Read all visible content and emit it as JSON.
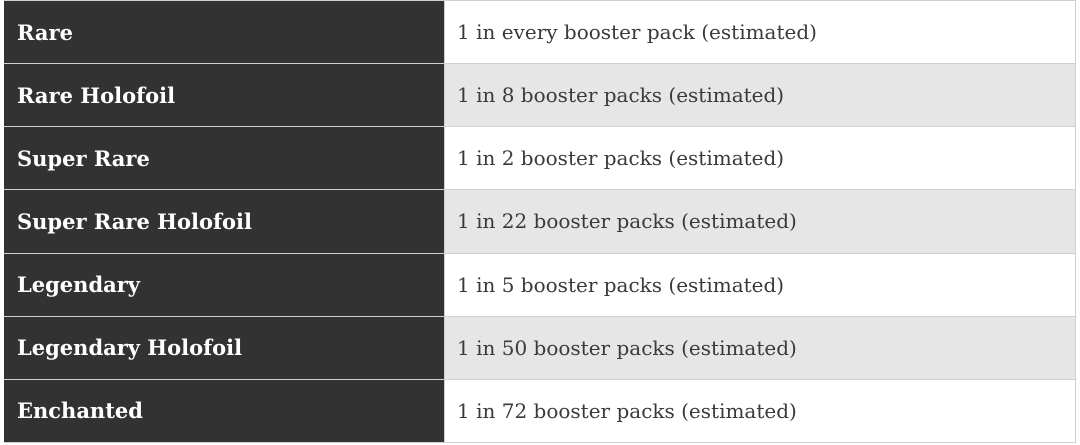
{
  "table": {
    "rows": [
      {
        "rarity": "Rare",
        "odds": "1 in every booster pack (estimated)"
      },
      {
        "rarity": "Rare Holofoil",
        "odds": "1 in 8 booster packs (estimated)"
      },
      {
        "rarity": "Super Rare",
        "odds": "1 in 2 booster packs (estimated)"
      },
      {
        "rarity": "Super Rare Holofoil",
        "odds": "1 in 22 booster packs (estimated)"
      },
      {
        "rarity": "Legendary",
        "odds": "1 in 5 booster packs (estimated)"
      },
      {
        "rarity": "Legendary Holofoil",
        "odds": "1 in 50 booster packs (estimated)"
      },
      {
        "rarity": "Enchanted",
        "odds": "1 in 72 booster packs (estimated)"
      }
    ]
  }
}
